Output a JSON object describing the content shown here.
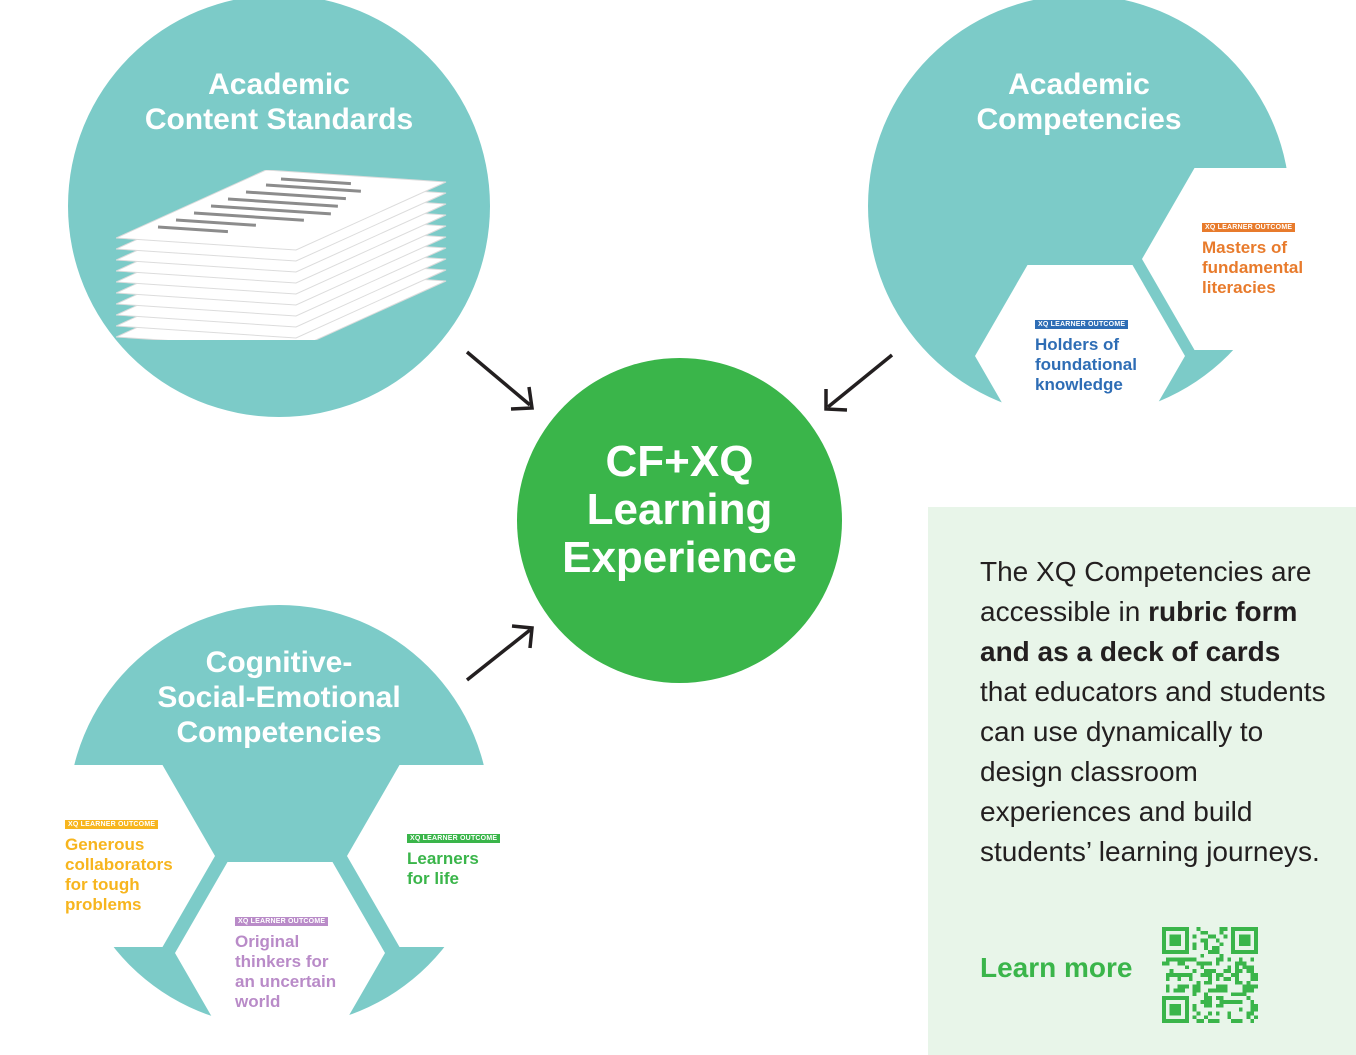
{
  "colors": {
    "teal": "#7ccbc8",
    "green": "#3ab54a",
    "orange": "#e87b2c",
    "blue": "#2e6db5",
    "yellow": "#f7b51e",
    "purple": "#b98bc8",
    "panel": "#e8f5e9",
    "text": "#231f20"
  },
  "circles": {
    "academic_content": {
      "title": "Academic\nContent Standards",
      "icon": "document-stack-icon"
    },
    "academic_competencies": {
      "title": "Academic\nCompetencies"
    },
    "cognitive": {
      "title": "Cognitive-\nSocial-Emotional\nCompetencies"
    }
  },
  "center": {
    "title": "CF+XQ\nLearning\nExperience"
  },
  "outcomes": {
    "badge": "XQ LEARNER OUTCOME",
    "masters": "Masters of\nfundamental\nliteracies",
    "holders": "Holders of\nfoundational\nknowledge",
    "generous": "Generous\ncollaborators\nfor tough\nproblems",
    "original": "Original\nthinkers for\nan uncertain\nworld",
    "learners": "Learners\nfor life"
  },
  "info": {
    "text_before": "The XQ Competencies are accessible in ",
    "text_bold": "rubric form and as a deck of cards",
    "text_after": " that educators and students can use dynamically to design classroom experiences and build students’ learning journeys.",
    "learn_more": "Learn more",
    "qr_icon": "qr-code-icon"
  }
}
